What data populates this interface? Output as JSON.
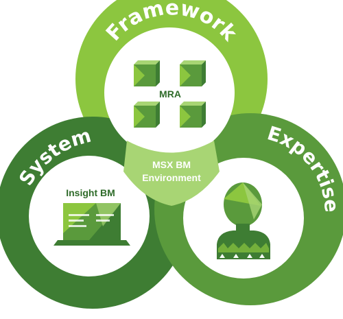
{
  "rings": {
    "framework": {
      "label": "Framework",
      "inner_label": "MRA"
    },
    "system": {
      "label": "System",
      "inner_label": "Insight BM"
    },
    "expertise": {
      "label": "Expertise"
    }
  },
  "center": {
    "line1": "MSX BM",
    "line2": "Environment"
  },
  "icons": {
    "framework": "cube-grid-icon",
    "system": "laptop-icon",
    "expertise": "person-icon"
  },
  "colors": {
    "framework_ring": "#8cc63f",
    "system_ring": "#3e7d33",
    "expertise_ring": "#5a9a3c",
    "overlap": "#a8d574",
    "inner_bg": "#ffffff",
    "text_dark": "#2f6b2a"
  }
}
